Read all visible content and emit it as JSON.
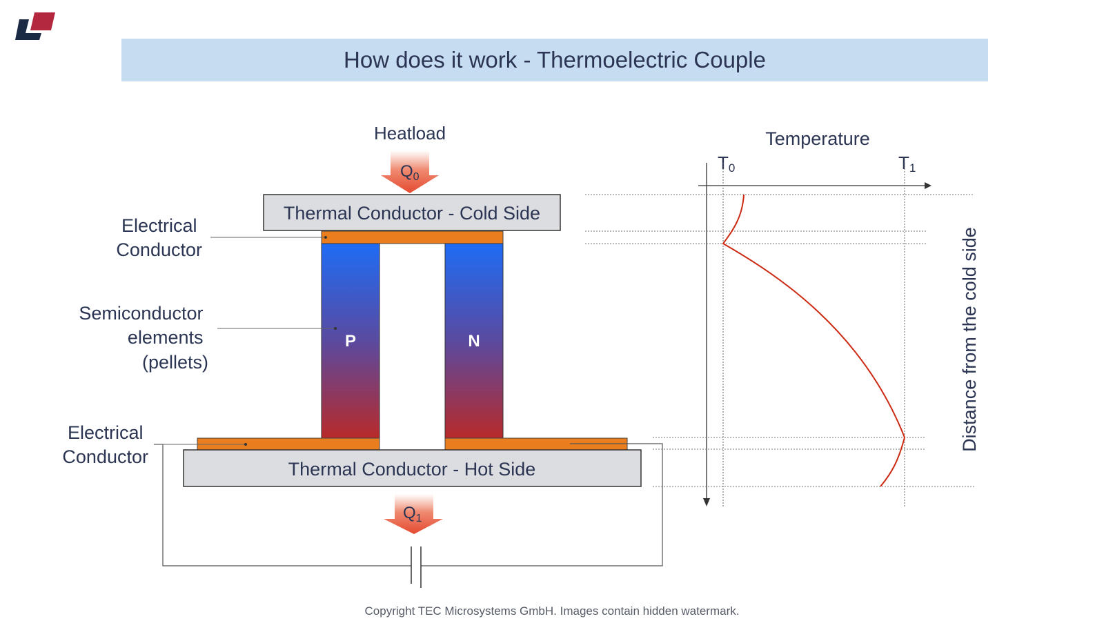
{
  "slide": {
    "title": "How does it work - Thermoelectric Couple",
    "footer": "Copyright TEC Microsystems GmbH. Images contain hidden watermark."
  },
  "colors": {
    "title_bar": "#c6dcf1",
    "conductor_orange": "#ea7d1d",
    "plate_gray": "#dcdde0",
    "pellet_top_blue": "#1e6cf5",
    "pellet_bottom_red": "#b82a2a",
    "arrow_red": "#e44a31",
    "curve_red": "#cc2a12",
    "logo_dark": "#1b2a44",
    "logo_red": "#b3283e"
  },
  "diagram": {
    "heatload_label": "Heatload",
    "q0": {
      "base": "Q",
      "sub": "0"
    },
    "q1": {
      "base": "Q",
      "sub": "1"
    },
    "cold_plate_label": "Thermal Conductor - Cold Side",
    "hot_plate_label": "Thermal Conductor - Hot Side",
    "p_label": "P",
    "n_label": "N",
    "electrical_conductor_top": [
      "Electrical",
      "Conductor"
    ],
    "semiconductor": [
      "Semiconductor",
      "elements",
      "(pellets)"
    ],
    "electrical_conductor_bottom": [
      "Electrical",
      "Conductor"
    ]
  },
  "graph": {
    "title": "Temperature",
    "t0": {
      "base": "T",
      "sub": "0"
    },
    "t1": {
      "base": "T",
      "sub": "1"
    },
    "y_label": "Distance from the cold side"
  }
}
